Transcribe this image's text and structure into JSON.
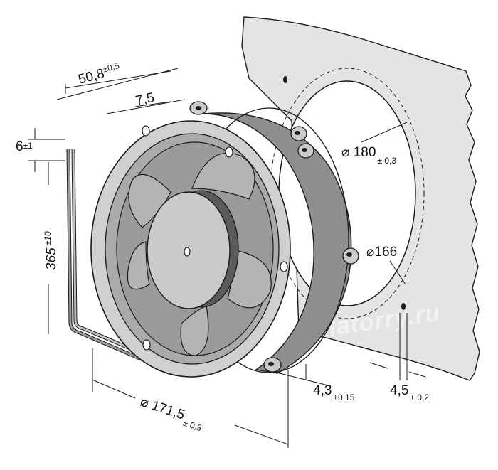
{
  "dimensions": {
    "depth": {
      "value": "50,8",
      "tol": "±0,5"
    },
    "flange": {
      "value": "7,5"
    },
    "cable_tip": {
      "value": "6",
      "tol": "±1"
    },
    "cable_length": {
      "value": "365",
      "tol": "±10"
    },
    "mount_hole_circle": {
      "symbol": "⌀",
      "value": "180",
      "tol": "± 0,3"
    },
    "cutout": {
      "symbol": "⌀",
      "value": "166"
    },
    "outer_diameter": {
      "symbol": "⌀",
      "value": "171,5",
      "tol": "± 0,3"
    },
    "flange_thickness": {
      "value": "4,3",
      "tol": "±0,15"
    },
    "hole_diameter": {
      "value": "4,5",
      "tol": "± 0,2"
    }
  },
  "watermark": "Ventilatorry.ru",
  "colors": {
    "panel": "#e4e4e6",
    "housing": "#8e8f91",
    "blade": "#b3b4b6",
    "hub": "#c9cacc",
    "line": "#1a1a1a"
  }
}
